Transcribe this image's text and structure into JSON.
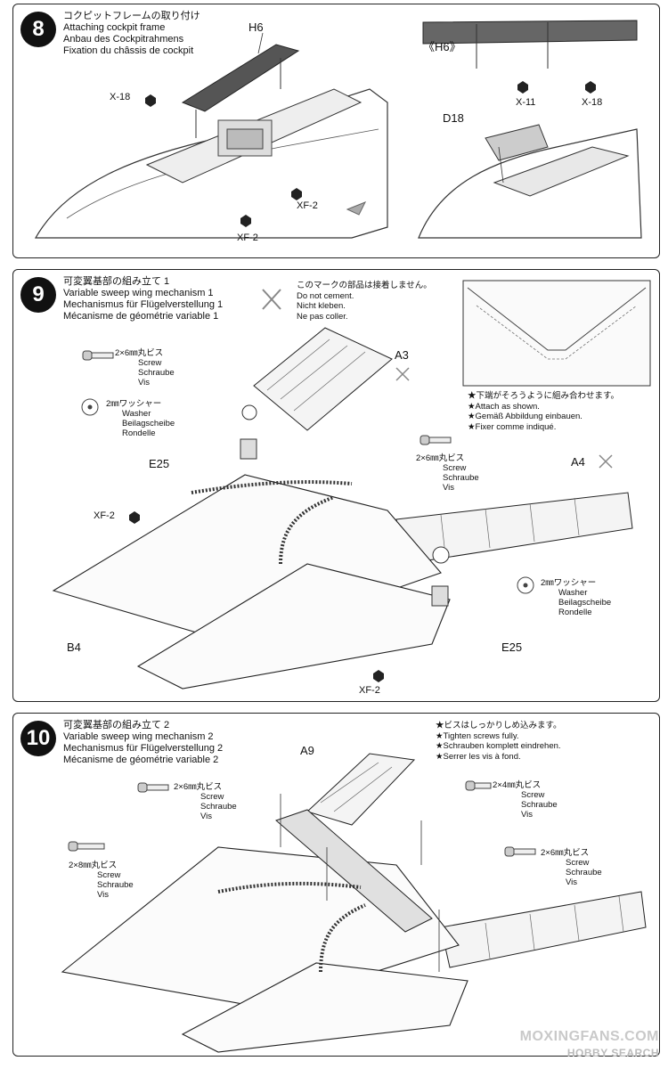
{
  "step8": {
    "num": "8",
    "jp": "コクピットフレームの取り付け",
    "en": "Attaching cockpit frame",
    "de": "Anbau des Cockpitrahmens",
    "fr": "Fixation du châssis de cockpit",
    "parts": {
      "h6": "H6",
      "h6b": "《H6》",
      "x18a": "X-18",
      "x18b": "X-18",
      "x11": "X-11",
      "xf2a": "XF-2",
      "xf2b": "XF-2",
      "d18": "D18"
    }
  },
  "step9": {
    "num": "9",
    "jp": "可変翼基部の組み立て 1",
    "en": "Variable sweep wing mechanism 1",
    "de": "Mechanismus für Flügelverstellung 1",
    "fr": "Mécanisme de géométrie variable 1",
    "nocement": [
      "このマークの部品は接着しません。",
      "Do not cement.",
      "Nicht kleben.",
      "Ne pas coller."
    ],
    "screw_a": {
      "size": "2×6㎜丸ビス",
      "l1": "Screw",
      "l2": "Schraube",
      "l3": "Vis"
    },
    "washer_a": {
      "size": "2㎜ワッシャー",
      "l1": "Washer",
      "l2": "Beilagscheibe",
      "l3": "Rondelle"
    },
    "screw_b": {
      "size": "2×6㎜丸ビス",
      "l1": "Screw",
      "l2": "Schraube",
      "l3": "Vis"
    },
    "washer_b": {
      "size": "2㎜ワッシャー",
      "l1": "Washer",
      "l2": "Beilagscheibe",
      "l3": "Rondelle"
    },
    "attach": [
      "★下端がそろうように組み合わせます。",
      "★Attach as shown.",
      "★Gemäß Abbildung einbauen.",
      "★Fixer comme indiqué."
    ],
    "parts": {
      "a3": "A3",
      "a4": "A4",
      "e25a": "E25",
      "e25b": "E25",
      "xf2a": "XF-2",
      "xf2b": "XF-2",
      "b4": "B4"
    }
  },
  "step10": {
    "num": "10",
    "jp": "可変翼基部の組み立て 2",
    "en": "Variable sweep wing mechanism 2",
    "de": "Mechanismus für Flügelverstellung 2",
    "fr": "Mécanisme de géométrie variable 2",
    "tighten": [
      "★ビスはしっかりしめ込みます。",
      "★Tighten screws fully.",
      "★Schrauben komplett eindrehen.",
      "★Serrer les vis à fond."
    ],
    "screw_a": {
      "size": "2×6㎜丸ビス",
      "l1": "Screw",
      "l2": "Schraube",
      "l3": "Vis"
    },
    "screw_b": {
      "size": "2×4㎜丸ビス",
      "l1": "Screw",
      "l2": "Schraube",
      "l3": "Vis"
    },
    "screw_c": {
      "size": "2×8㎜丸ビス",
      "l1": "Screw",
      "l2": "Schraube",
      "l3": "Vis"
    },
    "screw_d": {
      "size": "2×6㎜丸ビス",
      "l1": "Screw",
      "l2": "Schraube",
      "l3": "Vis"
    },
    "parts": {
      "a9": "A9"
    }
  },
  "watermark": {
    "line1": "MOXINGFANS.COM",
    "line2": "HOBBY SEARCH"
  },
  "icons": [
    "screw-icon",
    "washer-icon",
    "no-cement-icon",
    "hex-nut-icon",
    "arrow-icon"
  ]
}
